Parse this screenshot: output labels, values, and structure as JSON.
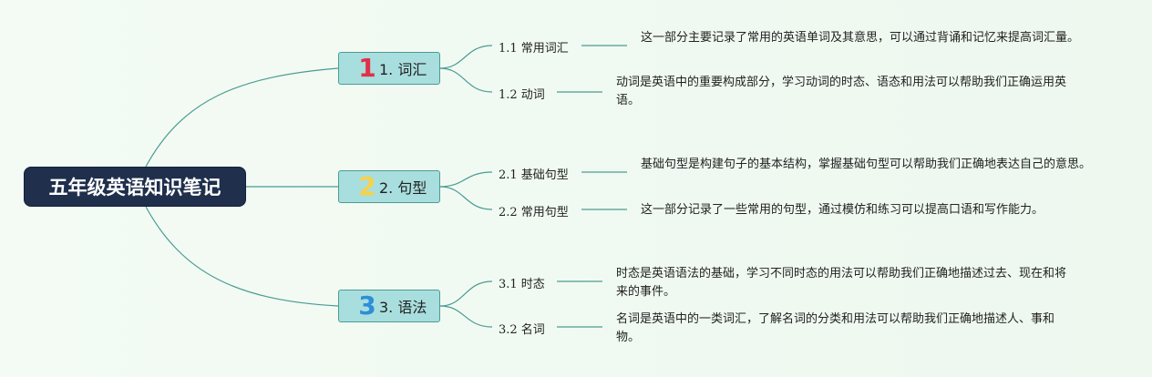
{
  "root": {
    "title": "五年级英语知识笔记"
  },
  "branches": [
    {
      "number": "1",
      "number_color": "#e0304a",
      "label": "1. 词汇",
      "leaves": [
        {
          "label": "1.1 常用词汇",
          "desc": "这一部分主要记录了常用的英语单词及其意思，可以通过背诵和记忆来提高词汇量。"
        },
        {
          "label": "1.2 动词",
          "desc": "动词是英语中的重要构成部分，学习动词的时态、语态和用法可以帮助我们正确运用英语。"
        }
      ]
    },
    {
      "number": "2",
      "number_color": "#f5d24a",
      "label": "2. 句型",
      "leaves": [
        {
          "label": "2.1 基础句型",
          "desc": "基础句型是构建句子的基本结构，掌握基础句型可以帮助我们正确地表达自己的意思。"
        },
        {
          "label": "2.2 常用句型",
          "desc": "这一部分记录了一些常用的句型，通过模仿和练习可以提高口语和写作能力。"
        }
      ]
    },
    {
      "number": "3",
      "number_color": "#2e8ed6",
      "label": "3. 语法",
      "leaves": [
        {
          "label": "3.1 时态",
          "desc": "时态是英语语法的基础，学习不同时态的用法可以帮助我们正确地描述过去、现在和将来的事件。"
        },
        {
          "label": "3.2 名词",
          "desc": "名词是英语中的一类词汇，了解名词的分类和用法可以帮助我们正确地描述人、事和物。"
        }
      ]
    }
  ],
  "colors": {
    "background": "#eef8ef",
    "root_fill": "#1f2f4c",
    "branch_fill": "#a9dede",
    "connector": "#4a9c93"
  }
}
